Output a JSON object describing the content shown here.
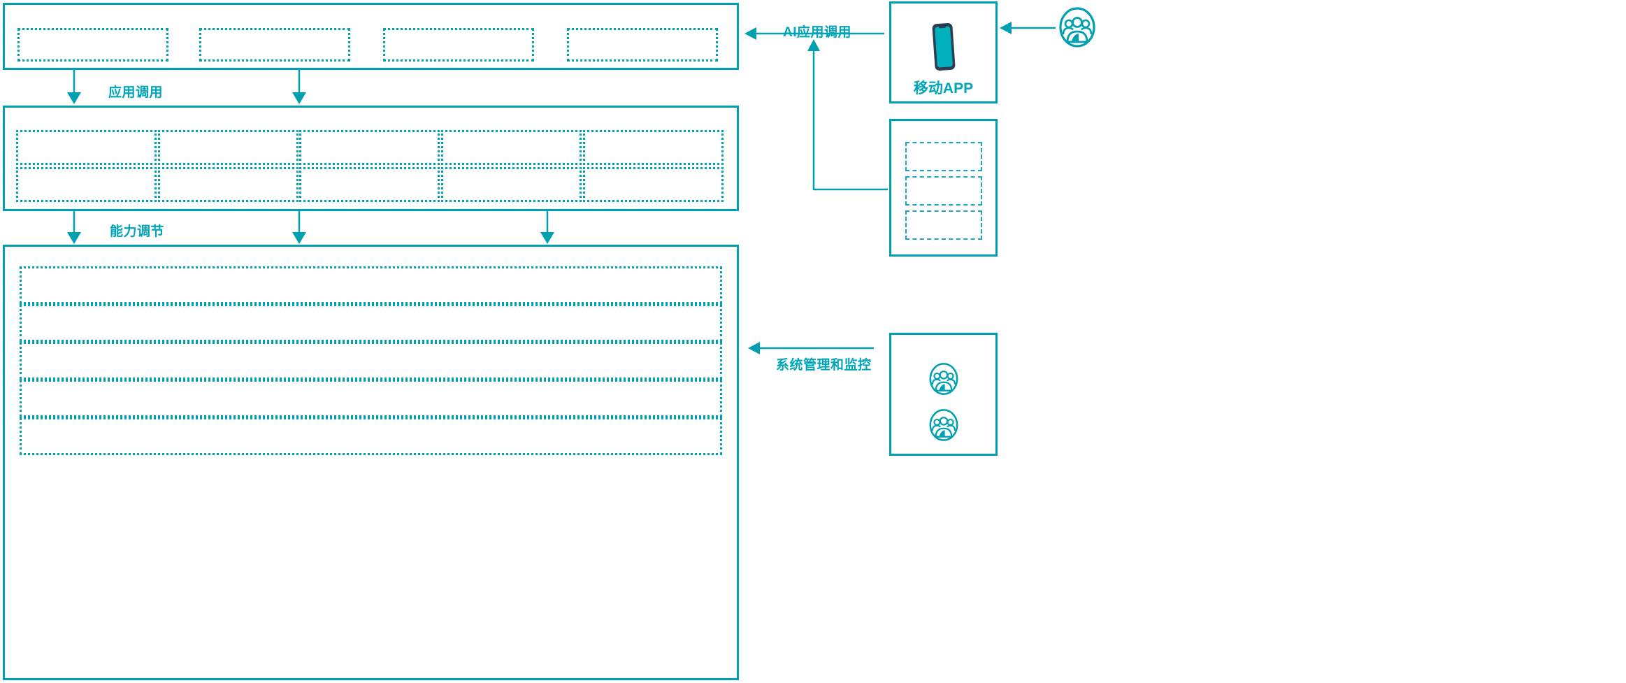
{
  "theme": {
    "accent": "#00a0b0",
    "accent_text": "#00a6b8",
    "dash": "#16a8bd",
    "phone_frame": "#2d3e50",
    "phone_screen": "#00b0bd",
    "background": "#ffffff"
  },
  "diagram": {
    "type": "layered-architecture",
    "title": "",
    "layers": [
      {
        "id": "application-layer",
        "name": "application-layer",
        "slots": [
          {
            "id": "app-slot-1",
            "label": ""
          },
          {
            "id": "app-slot-2",
            "label": ""
          },
          {
            "id": "app-slot-3",
            "label": ""
          },
          {
            "id": "app-slot-4",
            "label": ""
          }
        ]
      },
      {
        "id": "capability-layer",
        "name": "capability-layer",
        "columns": 5,
        "rows": 2,
        "slots": [
          {
            "id": "cap-slot-r1c1",
            "label": ""
          },
          {
            "id": "cap-slot-r1c2",
            "label": ""
          },
          {
            "id": "cap-slot-r1c3",
            "label": ""
          },
          {
            "id": "cap-slot-r1c4",
            "label": ""
          },
          {
            "id": "cap-slot-r1c5",
            "label": ""
          },
          {
            "id": "cap-slot-r2c1",
            "label": ""
          },
          {
            "id": "cap-slot-r2c2",
            "label": ""
          },
          {
            "id": "cap-slot-r2c3",
            "label": ""
          },
          {
            "id": "cap-slot-r2c4",
            "label": ""
          },
          {
            "id": "cap-slot-r2c5",
            "label": ""
          }
        ]
      },
      {
        "id": "platform-layer",
        "name": "platform-layer",
        "slots": [
          {
            "id": "plat-bar-1",
            "label": ""
          },
          {
            "id": "plat-bar-2",
            "label": ""
          },
          {
            "id": "plat-bar-3",
            "label": ""
          },
          {
            "id": "plat-bar-4",
            "label": ""
          },
          {
            "id": "plat-bar-5",
            "label": ""
          }
        ]
      }
    ],
    "flows": [
      {
        "id": "flow-app-invoke",
        "label": "应用调用",
        "direction": "down"
      },
      {
        "id": "flow-capability-adjust",
        "label": "能力调节",
        "direction": "down"
      },
      {
        "id": "flow-ai-app-invoke",
        "label": "AI应用调用",
        "direction": "left"
      },
      {
        "id": "flow-system-manage-monitor",
        "label": "系统管理和监控",
        "direction": "left"
      }
    ],
    "side_panels": [
      {
        "id": "mobile-app-panel",
        "label": "移动APP",
        "icon": "mobile-phone-icon"
      },
      {
        "id": "terminal-list-panel",
        "label": "",
        "slots": [
          {
            "id": "terminal-slot-1",
            "label": ""
          },
          {
            "id": "terminal-slot-2",
            "label": ""
          },
          {
            "id": "terminal-slot-3",
            "label": ""
          }
        ]
      },
      {
        "id": "operators-panel",
        "label": "",
        "icons": [
          {
            "id": "operator-icon-1",
            "icon": "user-group-icon"
          },
          {
            "id": "operator-icon-2",
            "icon": "user-group-icon"
          }
        ]
      }
    ],
    "actors": [
      {
        "id": "external-user-actor",
        "icon": "user-group-icon",
        "label": ""
      }
    ]
  }
}
